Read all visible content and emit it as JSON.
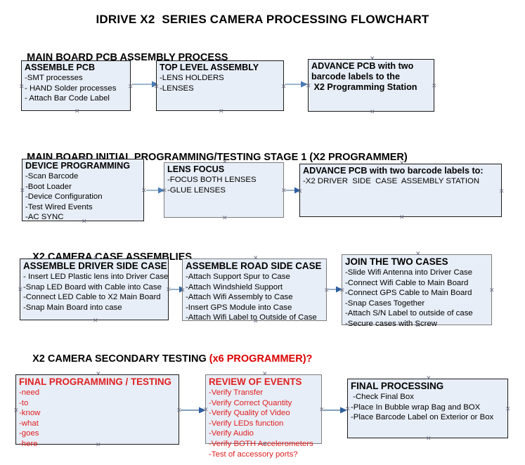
{
  "document": {
    "title": "IDRIVE X2  SERIES CAMERA PROCESSING FLOWCHART",
    "accent_color": "#dd0000",
    "box_fill": "#e8eef7",
    "box_border": "#1a1a1a",
    "arrow_color": "#5b7fa6"
  },
  "sections": [
    {
      "id": "main-board-pcb-assembly",
      "heading": "MAIN BOARD PCB ASSEMBLY PROCESS",
      "heading_accent": "",
      "boxes": [
        {
          "id": "assemble-pcb",
          "title": "ASSEMBLE PCB",
          "lines": [
            "-SMT processes",
            "- HAND Solder processes",
            "- Attach Bar Code Label"
          ]
        },
        {
          "id": "top-level-assembly",
          "title": "TOP LEVEL ASSEMBLY",
          "lines": [
            "-LENS HOLDERS",
            "-LENSES"
          ]
        },
        {
          "id": "advance-pcb-programming-station",
          "title": "ADVANCE PCB with two",
          "lines": [
            "barcode labels to the",
            " X2 Programming Station"
          ]
        }
      ]
    },
    {
      "id": "main-board-initial-programming",
      "heading": "MAIN BOARD INITIAL PROGRAMMING/TESTING STAGE 1 (X2 PROGRAMMER)",
      "heading_accent": "",
      "boxes": [
        {
          "id": "device-programming",
          "title": "DEVICE PROGRAMMING",
          "lines": [
            "-Scan Barcode",
            "-Boot Loader",
            "-Device Configuration",
            "-Test Wired Events",
            "-AC SYNC"
          ]
        },
        {
          "id": "lens-focus",
          "title": "LENS FOCUS",
          "lines": [
            "-FOCUS BOTH LENSES",
            "-GLUE LENSES"
          ]
        },
        {
          "id": "advance-pcb-driver-side-case",
          "title": "ADVANCE PCB with two barcode labels to:",
          "lines": [
            "-X2 DRIVER  SIDE  CASE  ASSEMBLY STATION"
          ]
        }
      ]
    },
    {
      "id": "x2-camera-case-assemblies",
      "heading": "X2 CAMERA CASE ASSEMBLIES",
      "heading_accent": "",
      "boxes": [
        {
          "id": "assemble-driver-side-case",
          "title": "ASSEMBLE DRIVER SIDE CASE",
          "lines": [
            "- Insert LED Plastic lens into Driver Case",
            "-Snap LED Board with Cable into Case",
            "-Connect LED Cable to X2 Main Board",
            "-Snap Main Board into case"
          ]
        },
        {
          "id": "assemble-road-side-case",
          "title": "ASSEMBLE ROAD SIDE CASE",
          "lines": [
            "-Attach Support Spur to Case",
            "-Attach Windshield Support",
            "-Attach Wifi Assembly to Case",
            "-Insert GPS Module into Case",
            "-Attach Wifi Label to Outside of Case"
          ]
        },
        {
          "id": "join-the-two-cases",
          "title": "JOIN THE TWO CASES",
          "lines": [
            "-Slide Wifi Antenna into Driver Case",
            "-Connect Wifi Cable to Main Board",
            "-Connect GPS Cable to Main Board",
            "-Snap Cases Together",
            "-Attach S/N Label to outside of case",
            "-Secure cases with Screw"
          ]
        }
      ]
    },
    {
      "id": "x2-camera-secondary-testing",
      "heading": "X2 CAMERA SECONDARY TESTING ",
      "heading_accent": "(x6 PROGRAMMER)?",
      "boxes": [
        {
          "id": "final-programming-testing",
          "title": "FINAL PROGRAMMING / TESTING",
          "lines": [
            "-need",
            "-to",
            "-know",
            "-what",
            "-goes",
            "-here"
          ]
        },
        {
          "id": "review-of-events",
          "title": "REVIEW OF EVENTS",
          "lines": [
            "-Verify Transfer",
            "-Verify Correct Quantity",
            "-Verify Quality of Video",
            "-Verify LEDs function",
            "-Verify Audio",
            "-Verify BOTH Accelerometers",
            "-Test of accessory ports?"
          ]
        },
        {
          "id": "final-processing",
          "title": "FINAL PROCESSING",
          "lines": [
            " -Check Final Box",
            "-Place In Bubble wrap Bag and BOX",
            "-Place Barcode Label on Exterior or Box"
          ]
        }
      ]
    }
  ]
}
